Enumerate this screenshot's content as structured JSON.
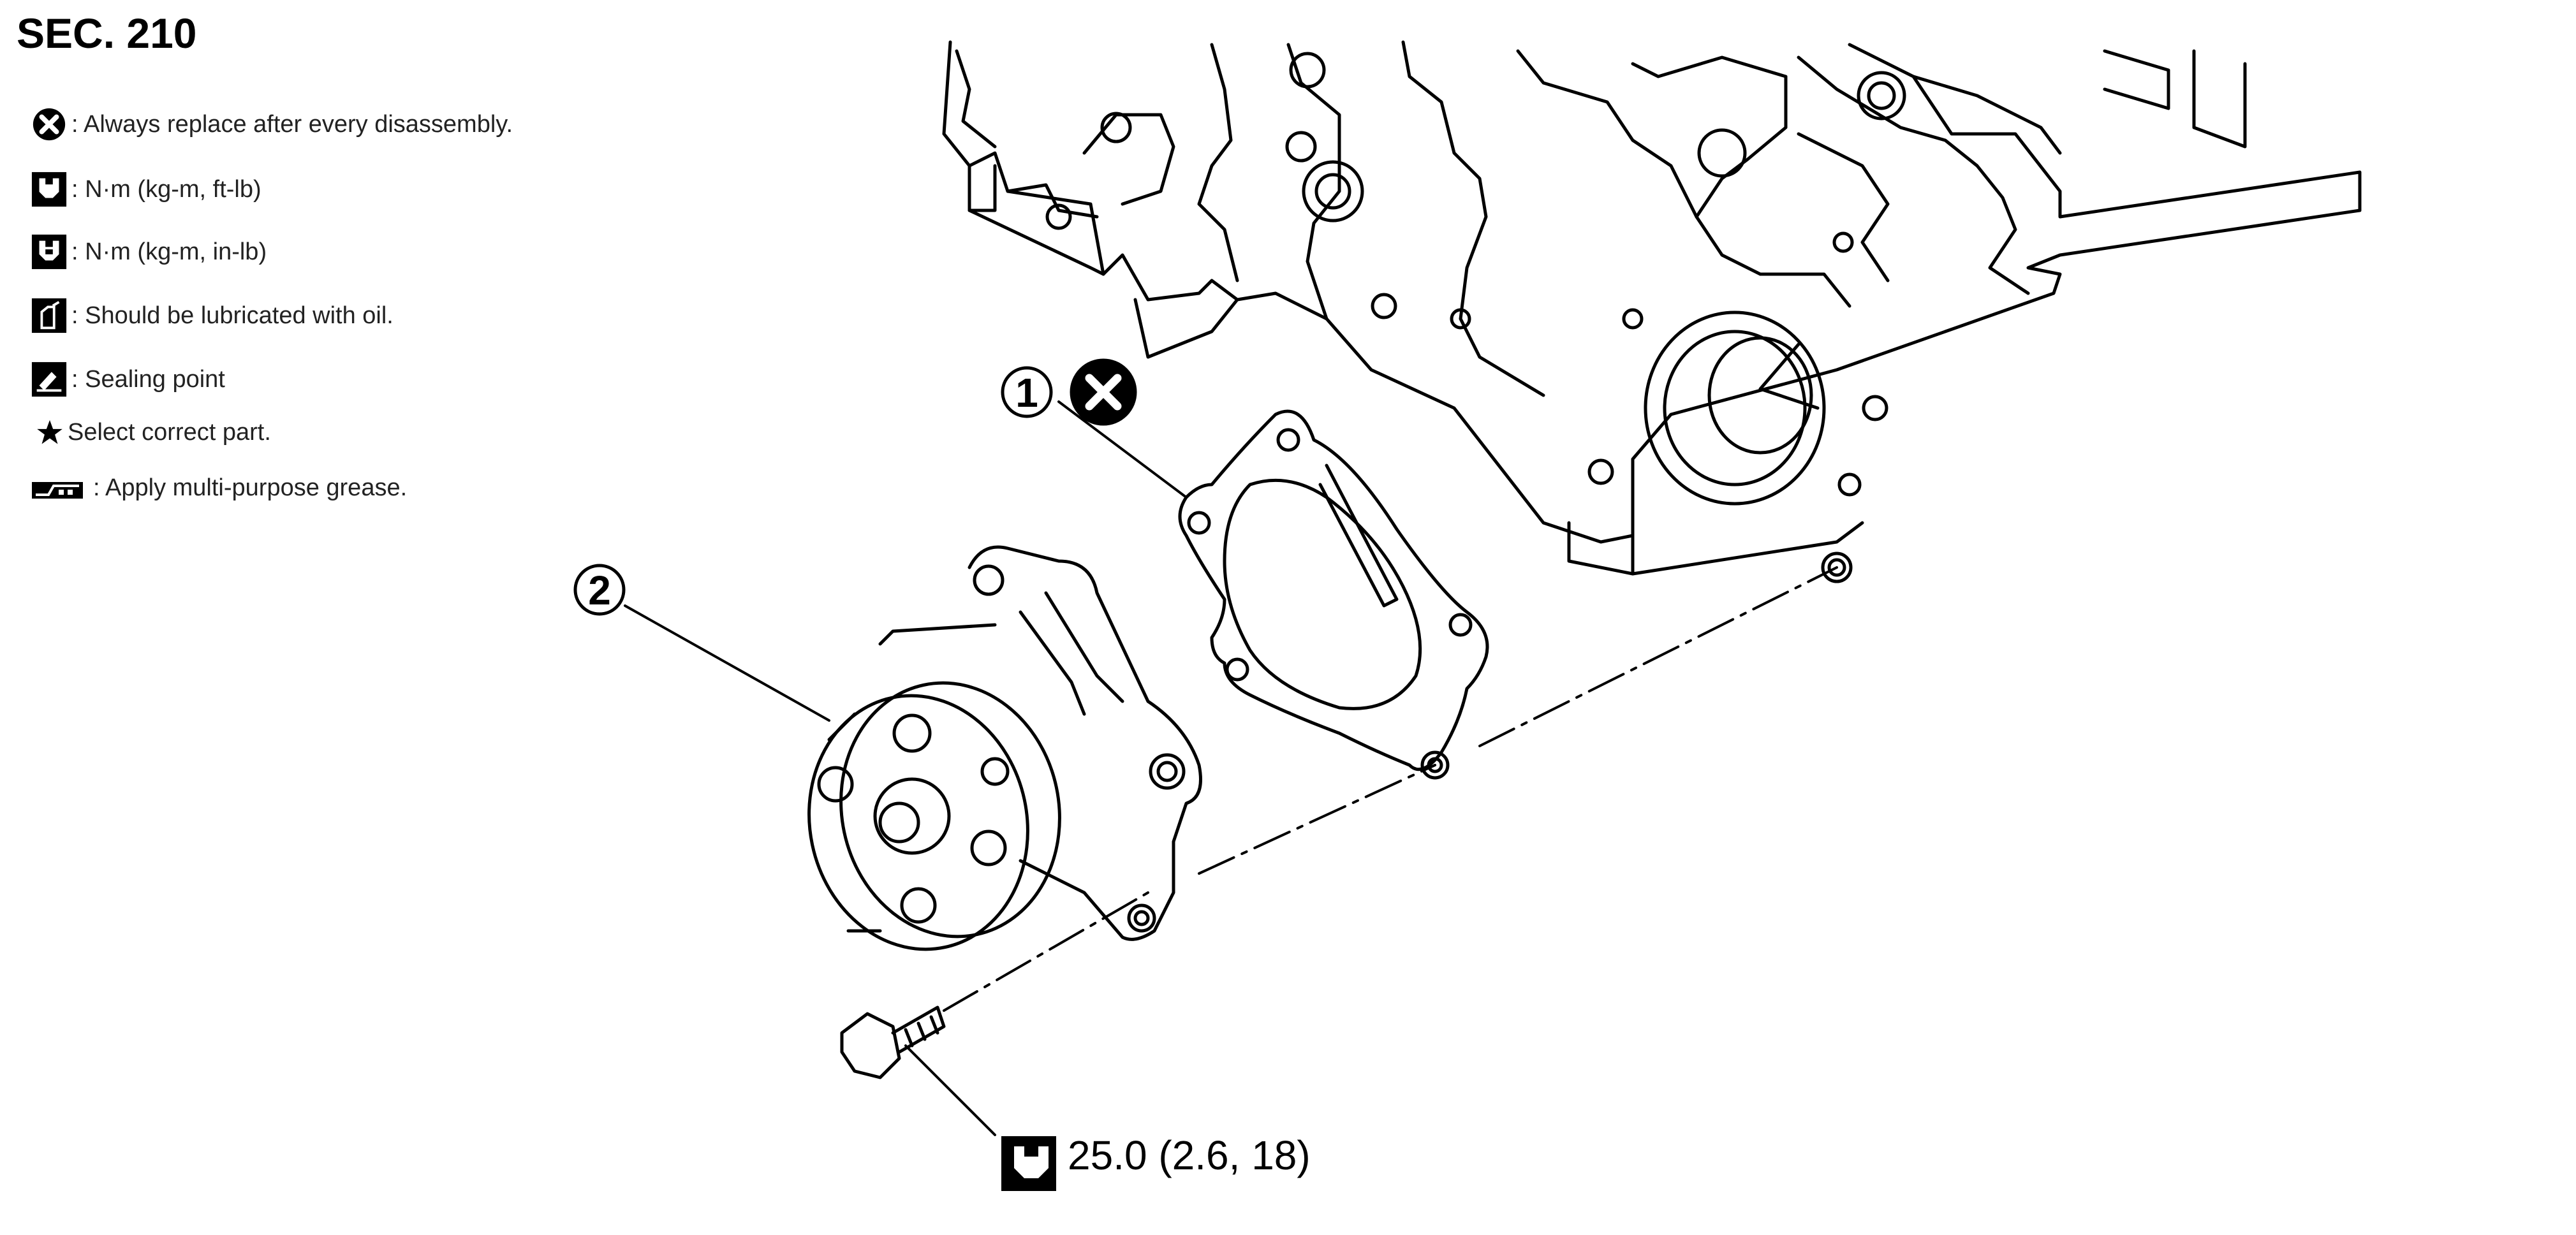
{
  "section_title": "SEC. 210",
  "legend": [
    {
      "icon": "replace-x-icon",
      "text": ": Always replace after every disassembly."
    },
    {
      "icon": "torque-wrench-icon",
      "text": ": N·m (kg-m, ft-lb)"
    },
    {
      "icon": "torque-wrench-small-icon",
      "text": ": N·m (kg-m, in-lb)"
    },
    {
      "icon": "oil-can-icon",
      "text": ": Should be lubricated with oil."
    },
    {
      "icon": "sealing-point-icon",
      "text": ": Sealing point"
    },
    {
      "icon": "star-icon",
      "text": "Select correct part."
    },
    {
      "icon": "grease-icon",
      "text": ": Apply multi-purpose grease."
    }
  ],
  "callouts": [
    {
      "number": "1",
      "part": "gasket"
    },
    {
      "number": "2",
      "part": "water-pump"
    }
  ],
  "torque_spec": "25.0 (2.6, 18)"
}
